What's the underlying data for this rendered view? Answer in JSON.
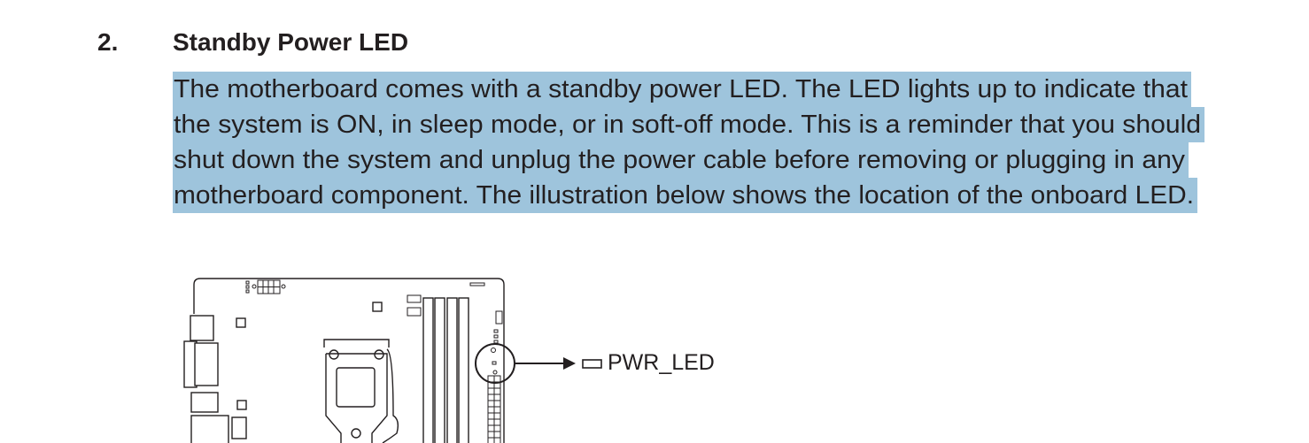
{
  "section": {
    "number": "2.",
    "title": "Standby Power LED",
    "paragraph_lines": [
      "The motherboard comes with a standby power LED. The LED lights up to indicate that",
      "the system is ON, in sleep mode, or in soft-off mode. This is a reminder that you should",
      "shut down the system and unplug the power cable before removing or plugging in any",
      "motherboard component. The illustration below shows the location of the onboard LED."
    ],
    "highlight_color": "#9ec4dc"
  },
  "illustration": {
    "callout_label": "PWR_LED"
  }
}
